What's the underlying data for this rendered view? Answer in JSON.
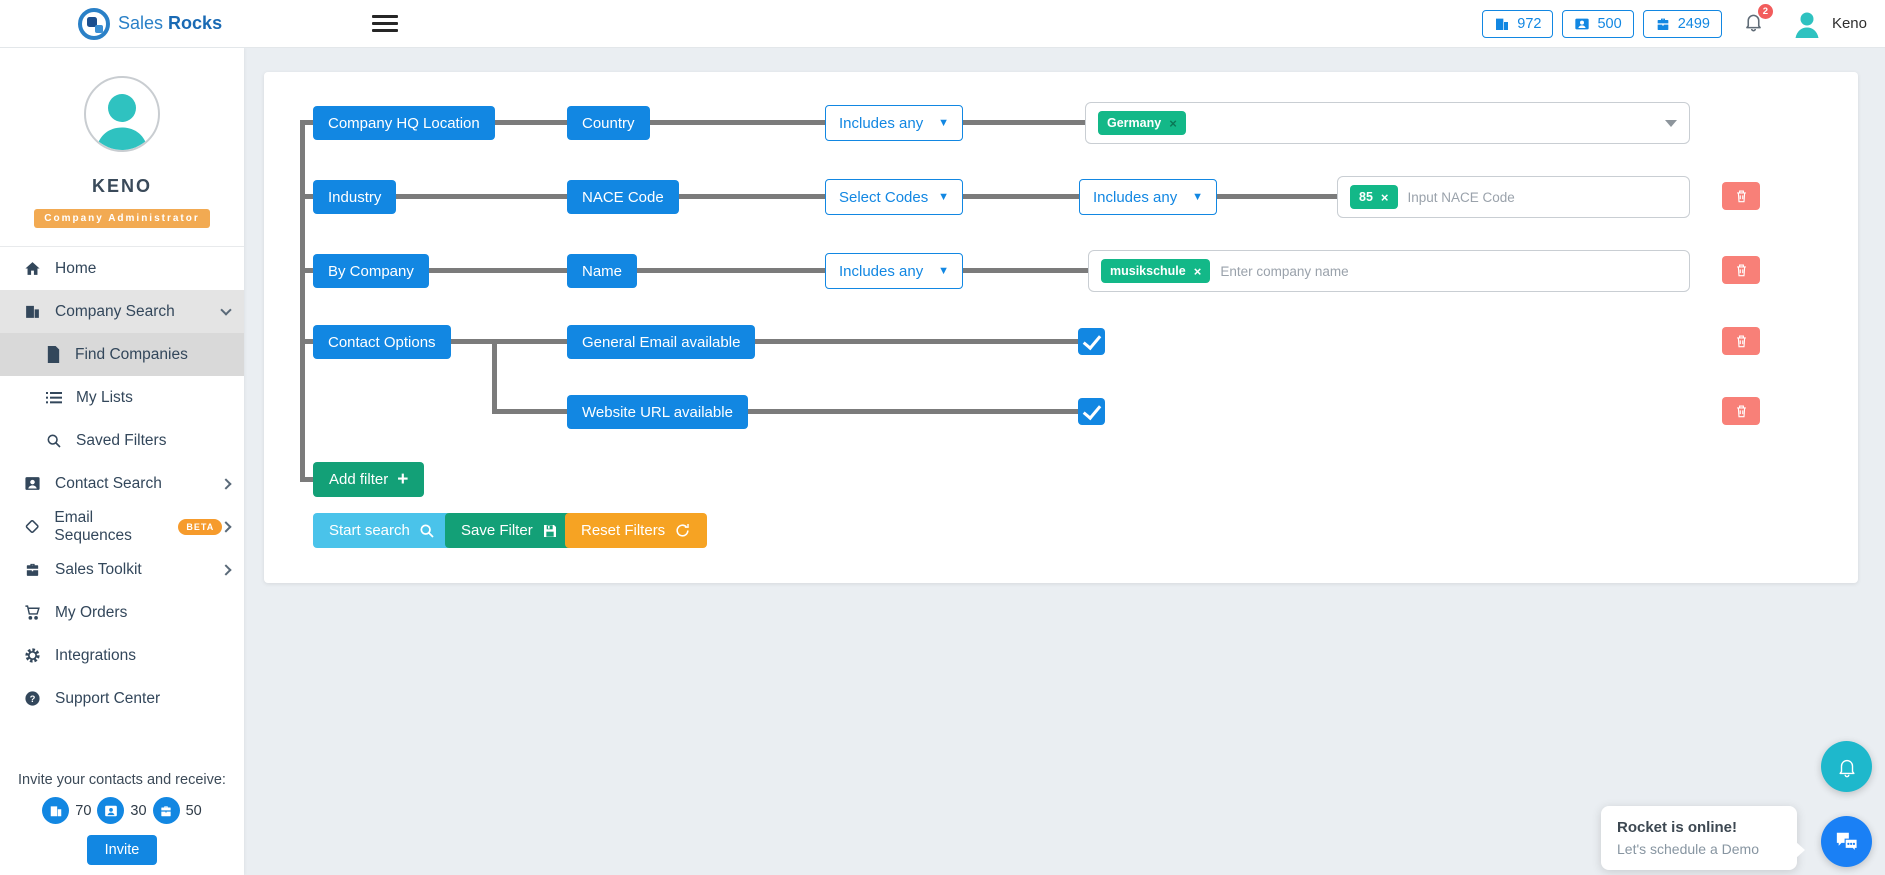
{
  "header": {
    "logo": {
      "part1": "Sales",
      "part2": "Rocks"
    },
    "stats": [
      {
        "icon": "building-icon",
        "value": "972"
      },
      {
        "icon": "contact-card-icon",
        "value": "500"
      },
      {
        "icon": "briefcase-icon",
        "value": "2499"
      }
    ],
    "notification_count": "2",
    "user_name": "Keno"
  },
  "sidebar": {
    "user_name": "KENO",
    "user_role": "Company Administrator",
    "items": [
      {
        "label": "Home",
        "icon": "home-icon"
      },
      {
        "label": "Company Search",
        "icon": "building-icon",
        "chevron": "down"
      },
      {
        "label": "Find Companies",
        "icon": "document-icon",
        "sub": true,
        "active": true
      },
      {
        "label": "My Lists",
        "icon": "list-icon",
        "sub": true
      },
      {
        "label": "Saved Filters",
        "icon": "search-icon",
        "sub": true
      },
      {
        "label": "Contact Search",
        "icon": "contact-card-icon",
        "chevron": "right"
      },
      {
        "label": "Email Sequences",
        "icon": "diamond-icon",
        "badge": "BETA",
        "chevron": "right"
      },
      {
        "label": "Sales Toolkit",
        "icon": "briefcase-icon",
        "chevron": "right"
      },
      {
        "label": "My Orders",
        "icon": "cart-icon"
      },
      {
        "label": "Integrations",
        "icon": "gear-icon"
      },
      {
        "label": "Support Center",
        "icon": "question-icon"
      }
    ],
    "invite": {
      "text": "Invite your contacts and receive:",
      "rewards": [
        {
          "icon": "building-icon",
          "value": "70"
        },
        {
          "icon": "contact-card-icon",
          "value": "30"
        },
        {
          "icon": "briefcase-icon",
          "value": "50"
        }
      ],
      "button_label": "Invite"
    }
  },
  "filters": {
    "row1": {
      "category": "Company HQ Location",
      "field": "Country",
      "operator": "Includes any",
      "tag": "Germany"
    },
    "row2": {
      "category": "Industry",
      "field": "NACE Code",
      "selector": "Select Codes",
      "operator": "Includes any",
      "tag": "85",
      "placeholder": "Input NACE Code"
    },
    "row3": {
      "category": "By Company",
      "field": "Name",
      "operator": "Includes any",
      "tag": "musikschule",
      "placeholder": "Enter company name"
    },
    "row4": {
      "category": "Contact Options",
      "option1": "General Email available",
      "option1_checked": true,
      "option2": "Website URL available",
      "option2_checked": true
    },
    "add_filter": "Add filter",
    "start_search": "Start search",
    "save_filter": "Save Filter",
    "reset_filters": "Reset Filters"
  },
  "chat": {
    "title": "Rocket is online!",
    "subtitle": "Let's schedule a Demo"
  },
  "colors": {
    "primary_blue": "#1287e2",
    "tag_green": "#13b888",
    "action_green": "#13a077",
    "light_blue": "#4ac3ea",
    "orange": "#f6a323",
    "delete_red": "#f88078",
    "avatar_teal": "#2fc2c0",
    "chat_teal": "#1eb8cc",
    "chat_blue": "#1a80f5"
  }
}
